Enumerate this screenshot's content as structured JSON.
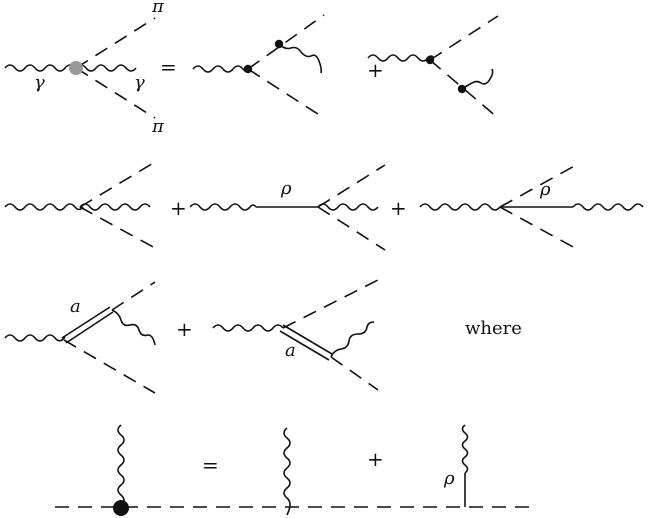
{
  "labels": {
    "gamma": "γ",
    "pi": "π",
    "rho": "ρ",
    "a": "a"
  },
  "operators": {
    "equals": "=",
    "plus": "+"
  },
  "text": {
    "where": "where"
  },
  "colors": {
    "ink": "#111111",
    "blob": "#999999"
  }
}
